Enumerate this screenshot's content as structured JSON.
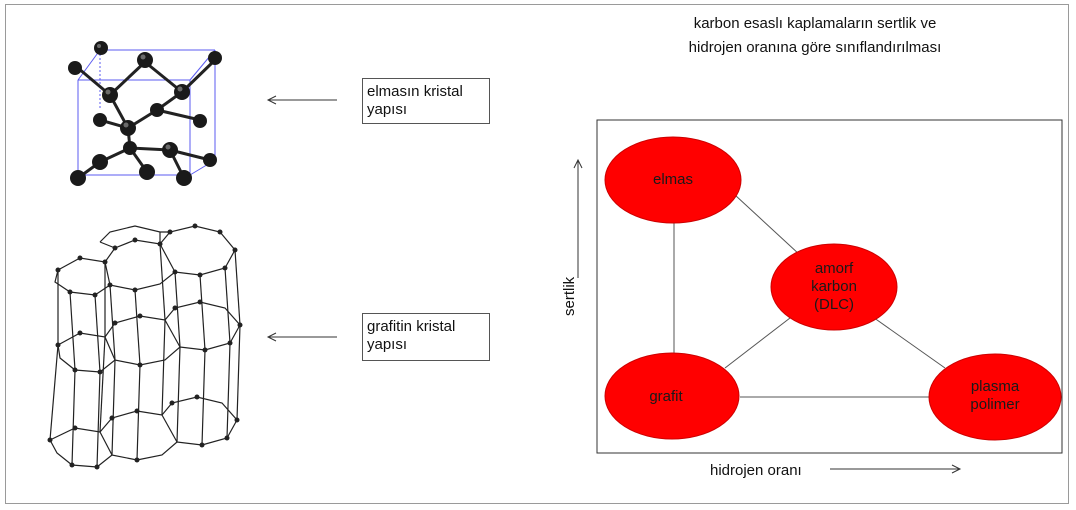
{
  "title": [
    "karbon esaslı kaplamaların sertlik ve",
    "hidrojen oranına göre sınıflandırılması"
  ],
  "labels": {
    "diamond": "elmasın kristal\nyapısı",
    "graphite": "grafitin kristal\nyapısı"
  },
  "axes": {
    "y": "sertlik",
    "x": "hidrojen oranı"
  },
  "nodes": {
    "elmas": [
      "elmas"
    ],
    "dlc": [
      "amorf",
      "karbon",
      "(DLC)"
    ],
    "grafit": [
      "grafit"
    ],
    "plasma": [
      "plasma",
      "polimer"
    ]
  },
  "colors": {
    "node_fill": "#ff0000",
    "node_stroke": "#cc0000",
    "atom": "#1a1a1a",
    "cube_edge": "#5b5bf0",
    "frame": "#9a9a9a"
  }
}
